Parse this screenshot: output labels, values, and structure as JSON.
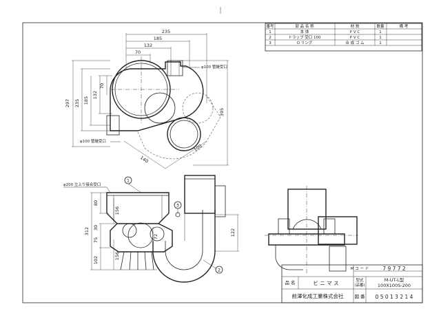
{
  "parts_table": {
    "headers": [
      "番号",
      "部 品 名 称",
      "材 質",
      "数量",
      "備 考"
    ],
    "rows": [
      {
        "no": "1",
        "name": "本 体",
        "material": "P V C",
        "qty": "1",
        "note": ""
      },
      {
        "no": "2",
        "name": "トラップ 受口 100",
        "material": "P V C",
        "qty": "1",
        "note": ""
      },
      {
        "no": "3",
        "name": "O リング",
        "material": "合 成 ゴ ム",
        "qty": "1",
        "note": ""
      }
    ]
  },
  "title_block": {
    "mcode_label": "M コ ー ド",
    "mcode_value": "7 9 7 7 2",
    "katashiki_label": "型式",
    "hinban_label": "(品番)",
    "model_line1": "M-UT-L型",
    "model_line2": "100X100S-200",
    "name_label": "品 名",
    "name_value": "ビ ニ マ ス",
    "company": "前澤化成工業株式会社",
    "drawing_no_label": "図 番",
    "drawing_no": "0 5 0 1 3 2 1 4"
  },
  "top_view": {
    "dims": {
      "w235": "235",
      "w185": "185",
      "w132": "132",
      "w70": "70",
      "h297": "297",
      "h235": "235",
      "h185": "185",
      "h132": "132",
      "h70": "70",
      "h395": "395",
      "d100": "100",
      "d140": "140"
    },
    "label_pipe_outlet_top": "φ100 管継受口",
    "label_pipe_outlet_left": "φ100 管継受口"
  },
  "front_view": {
    "label_riser": "φ200 立上り接合受口",
    "dims": {
      "h80": "80",
      "h156a": "156",
      "h312": "312",
      "h30": "30",
      "h75": "75",
      "h102": "102",
      "h156b": "156",
      "h72": "72",
      "h122": "122"
    },
    "callouts": [
      "1",
      "2",
      "3"
    ]
  }
}
